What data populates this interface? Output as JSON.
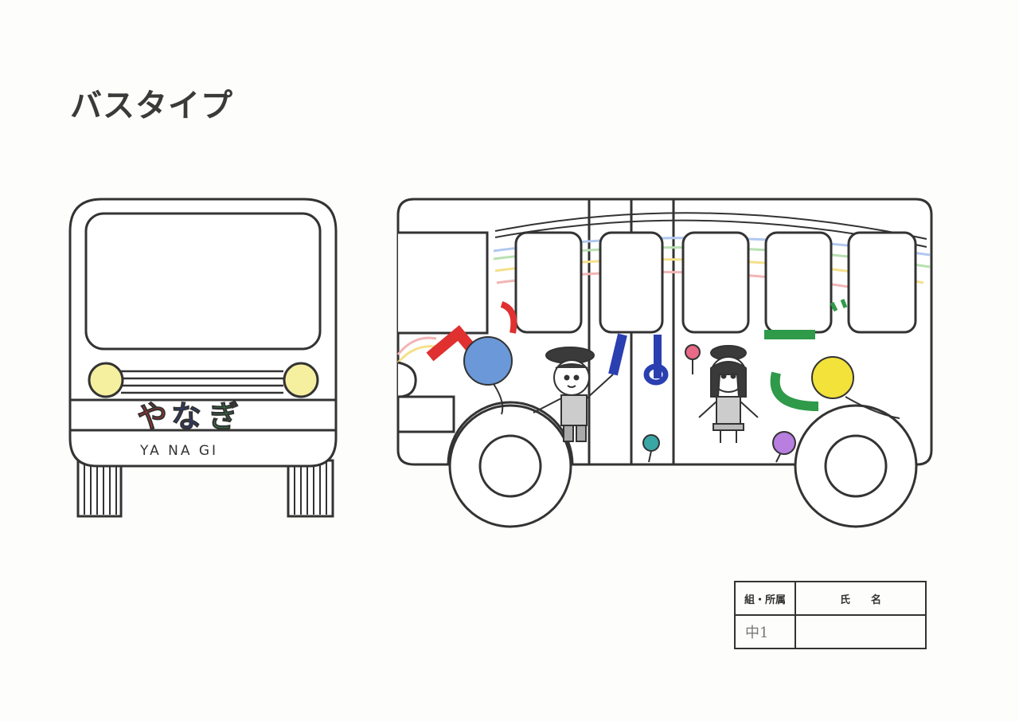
{
  "title": "バスタイプ",
  "front_view": {
    "logo_chars": [
      {
        "char": "や",
        "color": "#e03030"
      },
      {
        "char": "な",
        "color": "#2a3fb0"
      },
      {
        "char": "ぎ",
        "color": "#2e9a4a"
      }
    ],
    "plate_text": "YA NA GI"
  },
  "side_view": {
    "logo_chars": [
      {
        "char": "へ",
        "color": "#e03030"
      },
      {
        "char": "|",
        "color": "#2a3fb0"
      },
      {
        "char": "đ",
        "color": "#2a3fb0"
      },
      {
        "char": "ご",
        "color": "#2e9a4a"
      }
    ]
  },
  "info_table": {
    "col1_header": "組・所属",
    "col2_header": "氏　　名",
    "col1_value": "中1",
    "col2_value": ""
  },
  "colors": {
    "outline": "#333333",
    "headlight": "#f5efa0",
    "balloon_blue": "#6a98d8",
    "balloon_yellow": "#f2e23a",
    "balloon_pink": "#e86a86",
    "balloon_purple": "#b87ee0",
    "balloon_teal": "#3aa6a6",
    "rainbow": [
      "#f2b5b5",
      "#f5e08a",
      "#b8e0b0",
      "#b0c8f0"
    ]
  }
}
